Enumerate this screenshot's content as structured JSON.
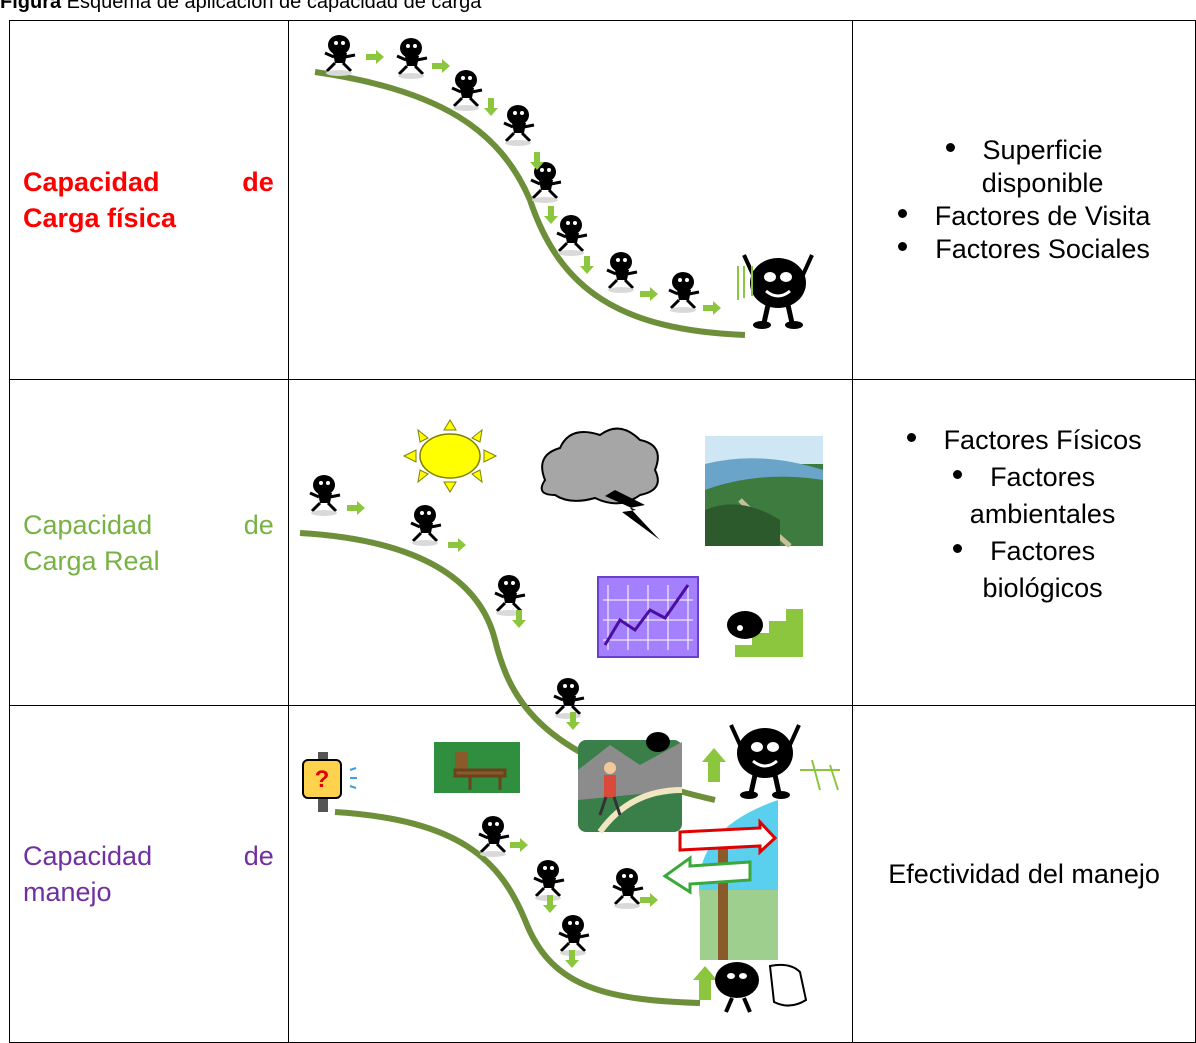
{
  "caption": {
    "prefix": "Figura",
    "text": " Esquema de aplicación de capacidad de carga"
  },
  "rows": [
    {
      "label_line1_word1": "Capacidad",
      "label_line1_word2": "de",
      "label_line2": "Carga física",
      "factors": [
        "Superficie",
        "disponible",
        "Factores de Visita",
        "Factores Sociales"
      ]
    },
    {
      "label_line1_word1": "Capacidad",
      "label_line1_word2": "de",
      "label_line2": "Carga Real",
      "factors": [
        "Factores Físicos",
        "Factores",
        "ambientales",
        "Factores",
        "biológicos"
      ]
    },
    {
      "label_line1_word1": "Capacidad",
      "label_line1_word2": "de",
      "label_line2": "manejo",
      "result": "Efectividad del manejo"
    }
  ],
  "colors": {
    "red_label": "#ff0000",
    "green_label": "#77b244",
    "purple_label": "#7030a0",
    "path_green": "#6e8f3a",
    "arrow_green": "#8cc63f",
    "sun_yellow": "#ffff00",
    "cloud_gray": "#a6a6a6",
    "chart_purple": "#a480ff"
  },
  "icons": [
    "stick-figure-icon",
    "sun-icon",
    "storm-cloud-icon",
    "landscape-icon",
    "growth-chart-icon",
    "bug-stairs-icon",
    "question-sign-icon",
    "chair-icon",
    "hiker-icon",
    "direction-signs-icon",
    "backpack-icon"
  ]
}
